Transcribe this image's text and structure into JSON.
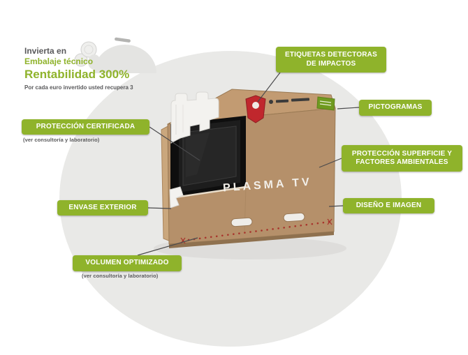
{
  "colors": {
    "accent_green": "#8fb32b",
    "dark_text": "#59595b",
    "box_cardboard": "#b5906a",
    "ellipse_background": "#e9e9e7",
    "impact_sticker_red": "#c0272d",
    "foam_white": "#f3f2ef"
  },
  "icons": {
    "piggy_bank_icon": "css-shape",
    "impact_sticker_icon": "css-shape",
    "pictogram_sticker_icon": "css-shape"
  },
  "header": {
    "line1": "Invierta en",
    "line2": "Embalaje técnico",
    "line3": "Rentabilidad 300%",
    "line4": "Por cada euro invertido usted recupera 3"
  },
  "labels": [
    {
      "id": "etiquetas-detectoras",
      "text": "ETIQUETAS DETECTORAS DE IMPACTOS"
    },
    {
      "id": "pictogramas",
      "text": "PICTOGRAMAS"
    },
    {
      "id": "proteccion-certificada",
      "text": "PROTECCIÓN CERTIFICADA",
      "subtext": "(ver consultoría y laboratorio)"
    },
    {
      "id": "proteccion-superficie",
      "text": "PROTECCIÓN SUPERFICIE Y FACTORES AMBIENTALES"
    },
    {
      "id": "envase-exterior",
      "text": "ENVASE EXTERIOR"
    },
    {
      "id": "diseno-imagen",
      "text": "DISEÑO E IMAGEN"
    },
    {
      "id": "volumen-optimizado",
      "text": "VOLUMEN OPTIMIZADO",
      "subtext": "(ver consultoría y laboratorio)"
    }
  ],
  "box": {
    "product_text": "PLASMA TV"
  }
}
